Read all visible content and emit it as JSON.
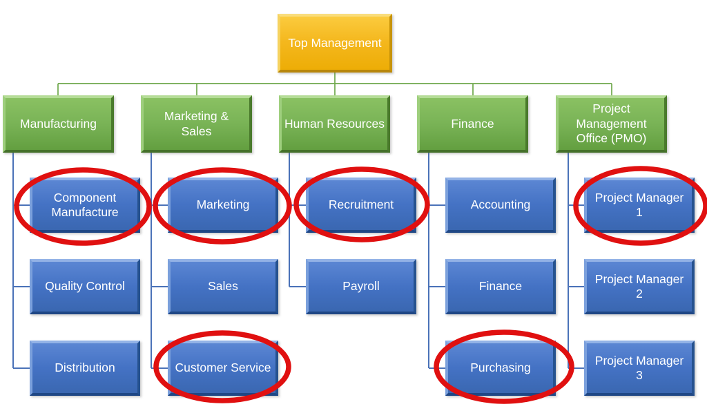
{
  "org": {
    "root": {
      "label": "Top Management"
    },
    "departments": [
      {
        "label": "Manufacturing",
        "children": [
          {
            "label": "Component Manufacture",
            "circled": true
          },
          {
            "label": "Quality Control",
            "circled": false
          },
          {
            "label": "Distribution",
            "circled": false
          }
        ]
      },
      {
        "label": "Marketing & Sales",
        "children": [
          {
            "label": "Marketing",
            "circled": true
          },
          {
            "label": "Sales",
            "circled": false
          },
          {
            "label": "Customer Service",
            "circled": true
          }
        ]
      },
      {
        "label": "Human Resources",
        "children": [
          {
            "label": "Recruitment",
            "circled": true
          },
          {
            "label": "Payroll",
            "circled": false
          }
        ]
      },
      {
        "label": "Finance",
        "children": [
          {
            "label": "Accounting",
            "circled": false
          },
          {
            "label": "Finance",
            "circled": false
          },
          {
            "label": "Purchasing",
            "circled": true
          }
        ]
      },
      {
        "label": "Project Management Office (PMO)",
        "children": [
          {
            "label": "Project Manager 1",
            "circled": true
          },
          {
            "label": "Project Manager 2",
            "circled": false
          },
          {
            "label": "Project Manager 3",
            "circled": false
          }
        ]
      }
    ],
    "highlighted_units": [
      "Component Manufacture",
      "Marketing",
      "Recruitment",
      "Project Manager 1",
      "Customer Service",
      "Purchasing"
    ],
    "colors": {
      "root_fill": "#F4B71D",
      "department_fill": "#79B356",
      "unit_fill": "#4472C4",
      "connector_green": "#6FA84C",
      "connector_blue": "#4A72B8",
      "highlight_red": "#E01010",
      "text": "#FFFFFF"
    }
  }
}
